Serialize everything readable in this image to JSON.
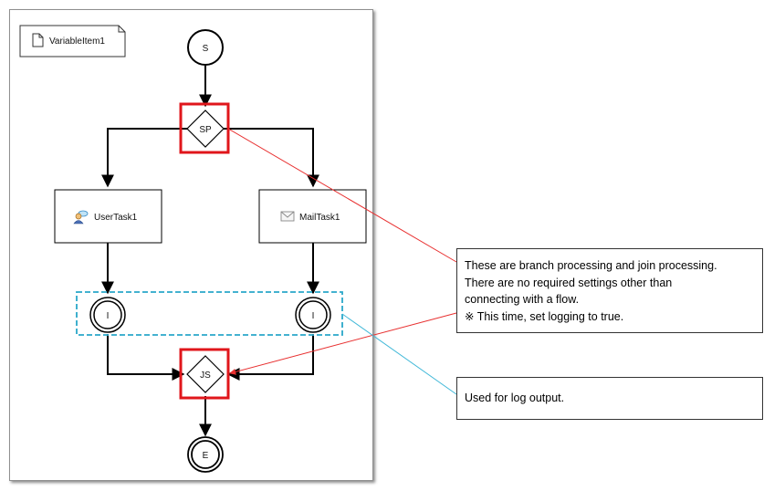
{
  "colors": {
    "highlight_red": "#e0161b",
    "highlight_cyan": "#2aa7c9",
    "connector_red": "#e83030",
    "connector_cyan": "#41b8d8"
  },
  "diagram": {
    "variable_item": {
      "icon": "document-icon",
      "label": "VariableItem1"
    },
    "start_event": {
      "label": "S"
    },
    "split_gateway": {
      "label": "SP"
    },
    "user_task": {
      "icon": "user-task-icon",
      "label": "UserTask1"
    },
    "mail_task": {
      "icon": "mail-icon",
      "label": "MailTask1"
    },
    "intermediate_left": {
      "label": "I"
    },
    "intermediate_right": {
      "label": "I"
    },
    "join_gateway": {
      "label": "JS"
    },
    "end_event": {
      "label": "E"
    }
  },
  "callouts": {
    "gateways": {
      "lines": [
        "These are branch processing and join processing.",
        "There are no required settings other than",
        "connecting with a flow.",
        "※ This time, set logging to true."
      ]
    },
    "intermediate": {
      "lines": [
        "Used for log output."
      ]
    }
  }
}
